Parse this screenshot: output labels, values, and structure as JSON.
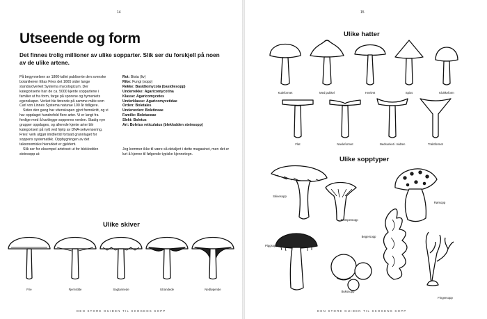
{
  "left_page": {
    "page_number": "14",
    "title": "Utseende og form",
    "lead": "Det finnes trolig millioner av ulike sopparter. Slik ser du forskjell på noen av de ulike artene.",
    "body_paragraphs": [
      "På begynnelsen av 1800-tallet publiserte den svenske botanikeren Elias Fries det 1665 sider lange standardverket Systema mycologicum. Der kategoriserte han de ca. 5000 kjente soppartene i familier ut fra form, farge på sporene og hymeniets egenskaper. Verket ble førende på samme måte som Carl von Linnés Systema naturae 100 år tidligere.",
      "Siden den gang har vitenskapen gjort fremskritt, og vi har oppdaget hundrefold flere arter. Vi er langt fra ferdige med å kartlegge soppenes verden. Stadig nye grupper oppdages, og allerede kjente arter blir kategorisert på nytt ved hjelp av DNA-sekvensering. Fries' verk utgjør imidlertid fortsatt grunnlaget for soppens systematikk. Oppbygningen av det taksonomiske hierarkiet er gjeldent.",
      "Slik ser for eksempel artstreet ut for bleklodden steinsopp ut:"
    ],
    "classification": [
      {
        "label": "Rot:",
        "value": "Biota (liv)"
      },
      {
        "label": "Rike:",
        "value": "Fungi (sopp)"
      },
      {
        "label": "Rekke:",
        "value": "Basidiomycota (basidiesopp)"
      },
      {
        "label": "Underrekke:",
        "value": "Agaricomycotina"
      },
      {
        "label": "Klasse:",
        "value": "Agaricomycetes"
      },
      {
        "label": "Underklasse:",
        "value": "Agaricomycetidae"
      },
      {
        "label": "Orden:",
        "value": "Boletales"
      },
      {
        "label": "Underorden:",
        "value": "Boletineae"
      },
      {
        "label": "Familie:",
        "value": "Boletaceae"
      },
      {
        "label": "Slekt:",
        "value": "Boletus"
      },
      {
        "label": "Art:",
        "value": "Boletus reticulatus (bleklodden steinsopp)"
      }
    ],
    "note": "Jeg kommer ikke til være så detaljert i dette magasinet, men det er lurt å kjenne til følgende typiske kjennetegn.",
    "gills_title": "Ulike skiver",
    "gills": [
      "Frie",
      "Fjernstitte",
      "Sagtannede",
      "Utrandede",
      "Nedløpende"
    ],
    "footer": "DEN STORE GUIDEN TIL SKOGENS SOPP"
  },
  "right_page": {
    "page_number": "15",
    "caps_title": "Ulike hatter",
    "caps_row1": [
      "Kuleformet",
      "Med pukkel",
      "Hvelvet",
      "Spiss",
      "Klokkeform"
    ],
    "caps_row2": [
      "Flat",
      "Navleformet",
      "Nedsunket i midten",
      "Traktformet"
    ],
    "types_title": "Ulike sopptyper",
    "types": [
      "Skivesopp",
      "Trompetsopp",
      "Rørsopp",
      "Piggsopp",
      "Bukssopp",
      "Begersopp",
      "Fingersopp"
    ],
    "footer": "DEN STORE GUIDEN TIL SKOGENS SOPP"
  }
}
